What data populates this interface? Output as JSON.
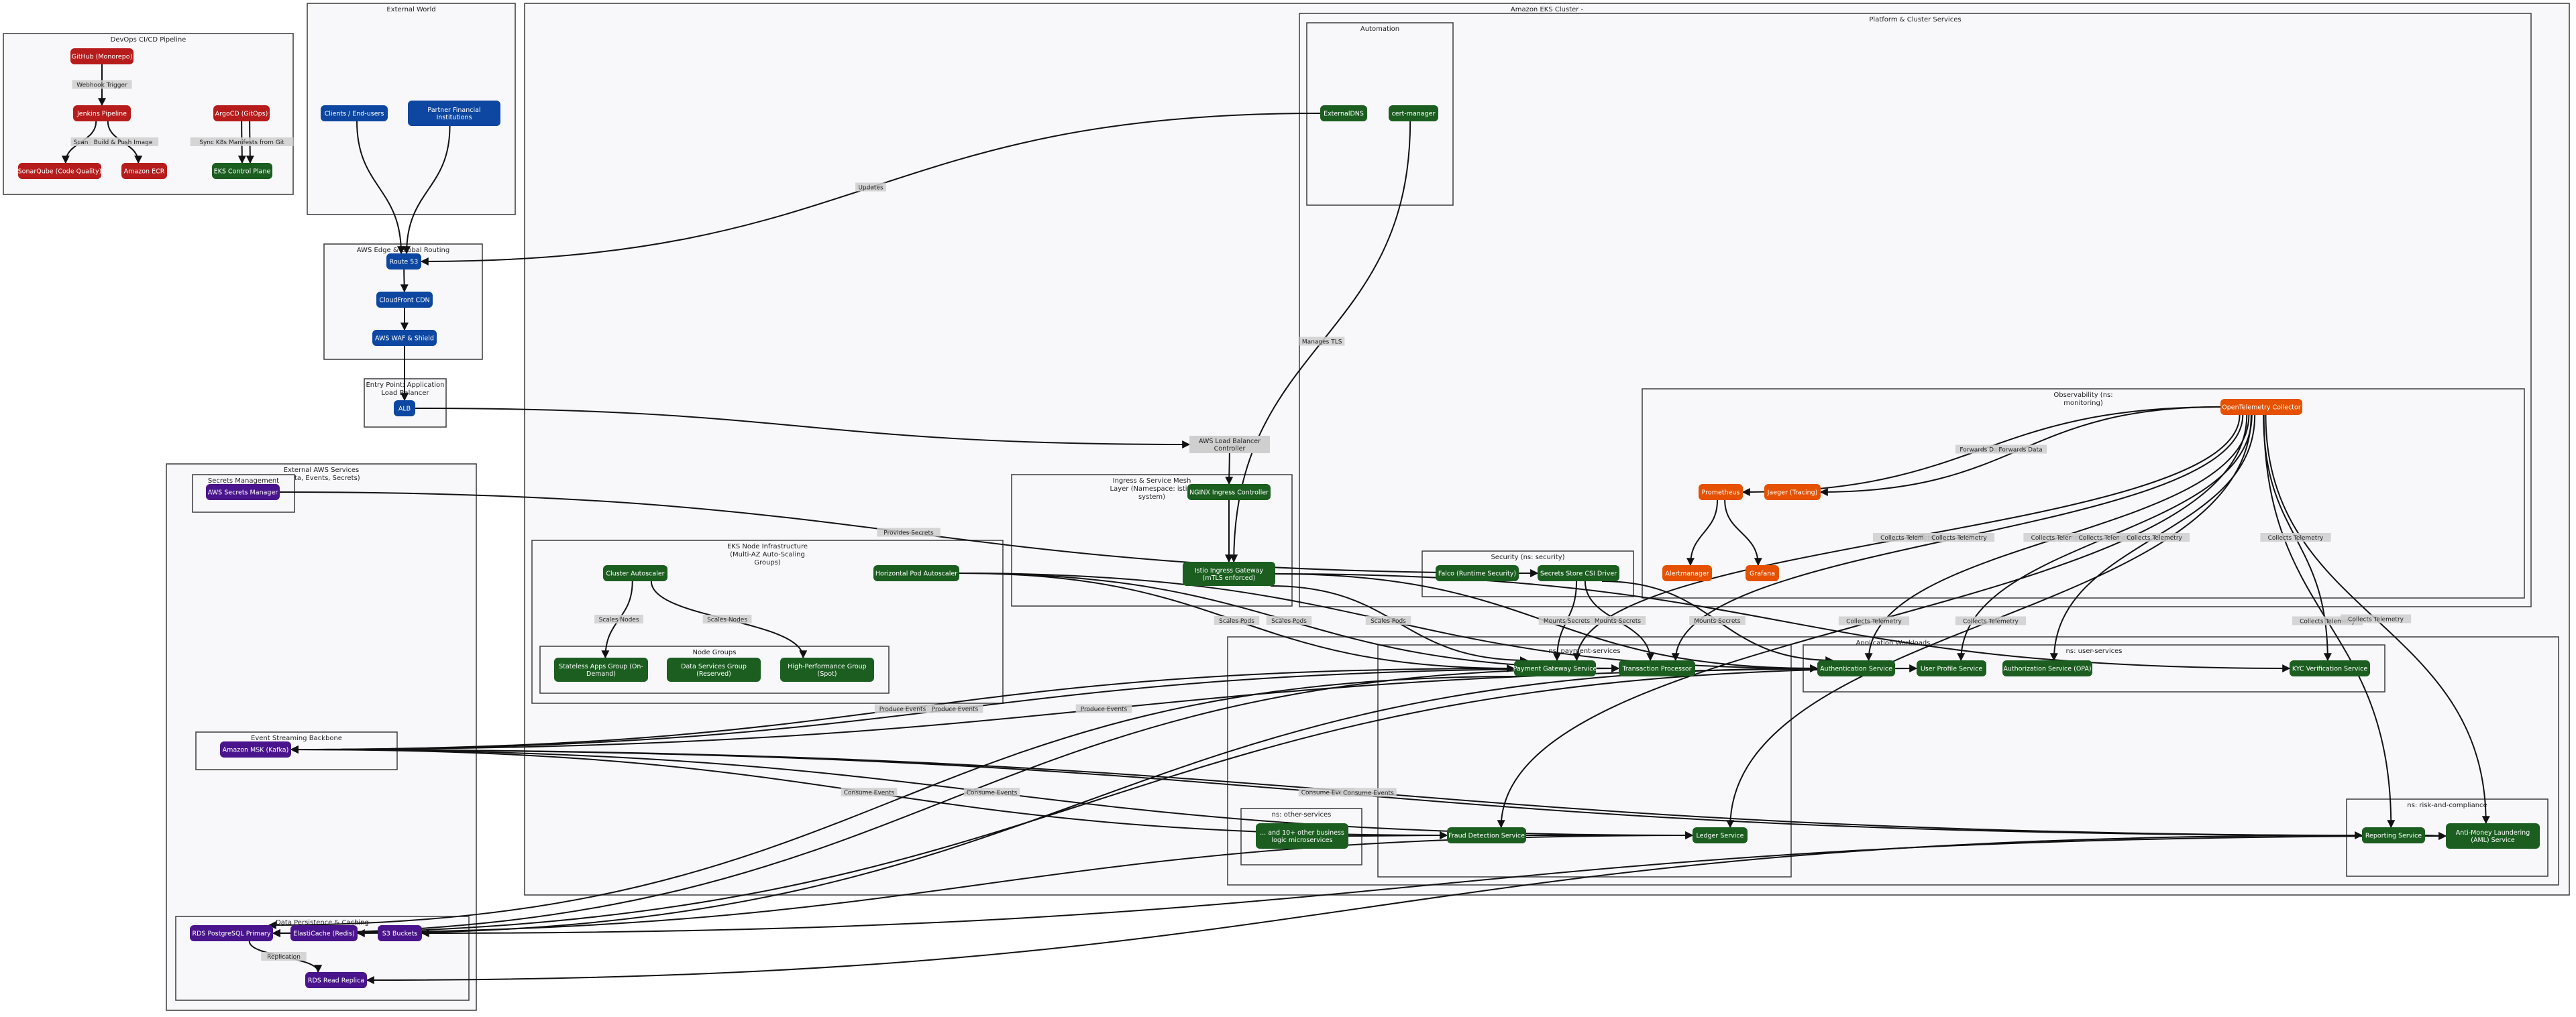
{
  "colors": {
    "red": "#b71c1c",
    "blue": "#0d47a1",
    "green": "#1b5e20",
    "orange": "#e65100",
    "purple": "#4a148c",
    "gray": "#cfcfcf"
  },
  "groups": [
    {
      "id": "devops",
      "title": [
        "DevOps CI/CD Pipeline"
      ]
    },
    {
      "id": "external_world",
      "title": [
        "External World"
      ]
    },
    {
      "id": "eks",
      "title": [
        "Amazon EKS Cluster -"
      ]
    },
    {
      "id": "platform",
      "title": [
        "Platform & Cluster Services"
      ]
    },
    {
      "id": "automation",
      "title": [
        "Automation"
      ]
    },
    {
      "id": "observability",
      "title": [
        "Observability (ns:",
        "monitoring)"
      ]
    },
    {
      "id": "edge",
      "title": [
        "AWS Edge & Global Routing"
      ]
    },
    {
      "id": "entry",
      "title": [
        "Entry Point: Application",
        "Load Balancer"
      ]
    },
    {
      "id": "ext_aws",
      "title": [
        "External AWS Services",
        "(Data, Events, Secrets)"
      ]
    },
    {
      "id": "secrets",
      "title": [
        "Secrets Management"
      ]
    },
    {
      "id": "ingress",
      "title": [
        "Ingress & Service Mesh",
        "Layer (Namespace: istio-",
        "system)"
      ]
    },
    {
      "id": "node_infra",
      "title": [
        "EKS Node Infrastructure",
        "(Multi-AZ Auto-Scaling",
        "Groups)"
      ]
    },
    {
      "id": "node_groups",
      "title": [
        "Node Groups"
      ]
    },
    {
      "id": "security",
      "title": [
        "Security (ns: security)"
      ]
    },
    {
      "id": "app",
      "title": [
        "Application Workloads"
      ]
    },
    {
      "id": "payment",
      "title": [
        "ns: payment-services"
      ]
    },
    {
      "id": "user",
      "title": [
        "ns: user-services"
      ]
    },
    {
      "id": "other",
      "title": [
        "ns: other-services"
      ]
    },
    {
      "id": "risk",
      "title": [
        "ns: risk-and-compliance"
      ]
    },
    {
      "id": "streaming",
      "title": [
        "Event Streaming Backbone"
      ]
    },
    {
      "id": "persistence",
      "title": [
        "Data Persistence & Caching"
      ]
    }
  ],
  "nodes": [
    {
      "id": "github",
      "lines": [
        "GitHub (Monorepo)"
      ],
      "color": "red"
    },
    {
      "id": "jenkins",
      "lines": [
        "Jenkins Pipeline"
      ],
      "color": "red"
    },
    {
      "id": "argocd",
      "lines": [
        "ArgoCD (GitOps)"
      ],
      "color": "red"
    },
    {
      "id": "sonar",
      "lines": [
        "SonarQube (Code Quality)"
      ],
      "color": "red"
    },
    {
      "id": "ecr",
      "lines": [
        "Amazon ECR"
      ],
      "color": "red"
    },
    {
      "id": "eks_cp",
      "lines": [
        "EKS Control Plane"
      ],
      "color": "green"
    },
    {
      "id": "clients",
      "lines": [
        "Clients / End-users"
      ],
      "color": "blue"
    },
    {
      "id": "partners",
      "lines": [
        "Partner Financial",
        "Institutions"
      ],
      "color": "blue"
    },
    {
      "id": "route53",
      "lines": [
        "Route 53"
      ],
      "color": "blue"
    },
    {
      "id": "cloudfront",
      "lines": [
        "CloudFront CDN"
      ],
      "color": "blue"
    },
    {
      "id": "waf",
      "lines": [
        "AWS WAF & Shield"
      ],
      "color": "blue"
    },
    {
      "id": "alb",
      "lines": [
        "ALB"
      ],
      "color": "blue"
    },
    {
      "id": "externaldns",
      "lines": [
        "ExternalDNS"
      ],
      "color": "green"
    },
    {
      "id": "certmanager",
      "lines": [
        "cert-manager"
      ],
      "color": "green"
    },
    {
      "id": "otel",
      "lines": [
        "OpenTelemetry Collector"
      ],
      "color": "orange"
    },
    {
      "id": "prometheus",
      "lines": [
        "Prometheus"
      ],
      "color": "orange"
    },
    {
      "id": "jaeger",
      "lines": [
        "Jaeger (Tracing)"
      ],
      "color": "orange"
    },
    {
      "id": "alertmanager",
      "lines": [
        "Alertmanager"
      ],
      "color": "orange"
    },
    {
      "id": "grafana",
      "lines": [
        "Grafana"
      ],
      "color": "orange"
    },
    {
      "id": "alb_controller",
      "lines": [
        "AWS Load Balancer",
        "Controller"
      ],
      "color": "gray"
    },
    {
      "id": "nginx",
      "lines": [
        "NGINX Ingress Controller"
      ],
      "color": "green"
    },
    {
      "id": "istio",
      "lines": [
        "Istio Ingress Gateway",
        "(mTLS enforced)"
      ],
      "color": "green"
    },
    {
      "id": "falco",
      "lines": [
        "Falco (Runtime Security)"
      ],
      "color": "green"
    },
    {
      "id": "csi",
      "lines": [
        "Secrets Store CSI Driver"
      ],
      "color": "green"
    },
    {
      "id": "secrets_manager",
      "lines": [
        "AWS Secrets Manager"
      ],
      "color": "purple"
    },
    {
      "id": "cluster_autoscaler",
      "lines": [
        "Cluster Autoscaler"
      ],
      "color": "green"
    },
    {
      "id": "hpa",
      "lines": [
        "Horizontal Pod Autoscaler"
      ],
      "color": "green"
    },
    {
      "id": "stateless",
      "lines": [
        "Stateless Apps Group (On-",
        "Demand)"
      ],
      "color": "green"
    },
    {
      "id": "data_services",
      "lines": [
        "Data Services Group",
        "(Reserved)"
      ],
      "color": "green"
    },
    {
      "id": "high_perf",
      "lines": [
        "High-Performance Group",
        "(Spot)"
      ],
      "color": "green"
    },
    {
      "id": "payment_gw",
      "lines": [
        "Payment Gateway Service"
      ],
      "color": "green"
    },
    {
      "id": "txn",
      "lines": [
        "Transaction Processor"
      ],
      "color": "green"
    },
    {
      "id": "authn",
      "lines": [
        "Authentication Service"
      ],
      "color": "green"
    },
    {
      "id": "user_profile",
      "lines": [
        "User Profile Service"
      ],
      "color": "green"
    },
    {
      "id": "authz",
      "lines": [
        "Authorization Service (OPA)"
      ],
      "color": "green"
    },
    {
      "id": "kyc",
      "lines": [
        "KYC Verification Service"
      ],
      "color": "green"
    },
    {
      "id": "fraud",
      "lines": [
        "Fraud Detection Service"
      ],
      "color": "green"
    },
    {
      "id": "ledger",
      "lines": [
        "Ledger Service"
      ],
      "color": "green"
    },
    {
      "id": "other_ms",
      "lines": [
        "... and 10+ other business",
        "logic microservices"
      ],
      "color": "green"
    },
    {
      "id": "reporting",
      "lines": [
        "Reporting Service"
      ],
      "color": "green"
    },
    {
      "id": "aml",
      "lines": [
        "Anti-Money Laundering",
        "(AML) Service"
      ],
      "color": "green"
    },
    {
      "id": "msk",
      "lines": [
        "Amazon MSK (Kafka)"
      ],
      "color": "purple"
    },
    {
      "id": "rds_primary",
      "lines": [
        "RDS PostgreSQL Primary"
      ],
      "color": "purple"
    },
    {
      "id": "elasticache",
      "lines": [
        "ElastiCache (Redis)"
      ],
      "color": "purple"
    },
    {
      "id": "s3",
      "lines": [
        "S3 Buckets"
      ],
      "color": "purple"
    },
    {
      "id": "rds_replica",
      "lines": [
        "RDS Read Replica"
      ],
      "color": "purple"
    }
  ],
  "edges": [
    {
      "from": "github",
      "to": "jenkins",
      "label": "Webhook Trigger"
    },
    {
      "from": "jenkins",
      "to": "sonar",
      "label": "Scan"
    },
    {
      "from": "jenkins",
      "to": "ecr",
      "label": "Build & Push Image"
    },
    {
      "from": "argocd",
      "to": "eks_cp",
      "label": "Sync K8s Manifests from Git"
    },
    {
      "from": "argocd",
      "to": "eks_cp",
      "label": ""
    },
    {
      "from": "clients",
      "to": "route53",
      "label": ""
    },
    {
      "from": "partners",
      "to": "route53",
      "label": ""
    },
    {
      "from": "route53",
      "to": "cloudfront",
      "label": ""
    },
    {
      "from": "cloudfront",
      "to": "waf",
      "label": ""
    },
    {
      "from": "waf",
      "to": "alb",
      "label": ""
    },
    {
      "from": "externaldns",
      "to": "route53",
      "label": "Updates"
    },
    {
      "from": "certmanager",
      "to": "istio",
      "label": "Manages TLS"
    },
    {
      "from": "alb",
      "to": "alb_controller",
      "label": ""
    },
    {
      "from": "alb_controller",
      "to": "nginx",
      "label": ""
    },
    {
      "from": "nginx",
      "to": "istio",
      "label": ""
    },
    {
      "from": "secrets_manager",
      "to": "csi",
      "label": "Provides Secrets"
    },
    {
      "from": "otel",
      "to": "prometheus",
      "label": "Forwards Data"
    },
    {
      "from": "otel",
      "to": "jaeger",
      "label": "Forwards Data"
    },
    {
      "from": "prometheus",
      "to": "alertmanager",
      "label": ""
    },
    {
      "from": "prometheus",
      "to": "grafana",
      "label": ""
    },
    {
      "from": "falco",
      "to": "csi",
      "label": ""
    },
    {
      "from": "cluster_autoscaler",
      "to": "stateless",
      "label": "Scales Nodes"
    },
    {
      "from": "cluster_autoscaler",
      "to": "high_perf",
      "label": "Scales Nodes"
    },
    {
      "from": "hpa",
      "to": "payment_gw",
      "label": "Scales Pods"
    },
    {
      "from": "hpa",
      "to": "txn",
      "label": "Scales Pods"
    },
    {
      "from": "hpa",
      "to": "authn",
      "label": "Scales Pods"
    },
    {
      "from": "istio",
      "to": "payment_gw",
      "label": ""
    },
    {
      "from": "istio",
      "to": "authn",
      "label": ""
    },
    {
      "from": "istio",
      "to": "kyc",
      "label": ""
    },
    {
      "from": "csi",
      "to": "payment_gw",
      "label": "Mounts Secrets"
    },
    {
      "from": "csi",
      "to": "txn",
      "label": "Mounts Secrets"
    },
    {
      "from": "csi",
      "to": "authn",
      "label": "Mounts Secrets"
    },
    {
      "from": "otel",
      "to": "payment_gw",
      "label": "Collects Telemetry"
    },
    {
      "from": "otel",
      "to": "txn",
      "label": "Collects Telemetry"
    },
    {
      "from": "otel",
      "to": "authn",
      "label": "Collects Telemetry"
    },
    {
      "from": "otel",
      "to": "user_profile",
      "label": "Collects Telemetry"
    },
    {
      "from": "otel",
      "to": "authz",
      "label": "Collects Telemetry"
    },
    {
      "from": "otel",
      "to": "kyc",
      "label": "Collects Telemetry"
    },
    {
      "from": "otel",
      "to": "fraud",
      "label": "Collects Telemetry"
    },
    {
      "from": "otel",
      "to": "ledger",
      "label": "Collects Telemetry"
    },
    {
      "from": "otel",
      "to": "reporting",
      "label": "Collects Telemetry"
    },
    {
      "from": "otel",
      "to": "aml",
      "label": "Collects Telemetry"
    },
    {
      "from": "payment_gw",
      "to": "txn",
      "label": ""
    },
    {
      "from": "authn",
      "to": "user_profile",
      "label": ""
    },
    {
      "from": "txn",
      "to": "msk",
      "label": "Produce Events"
    },
    {
      "from": "payment_gw",
      "to": "msk",
      "label": "Produce Events"
    },
    {
      "from": "user_profile",
      "to": "msk",
      "label": "Produce Events"
    },
    {
      "from": "msk",
      "to": "fraud",
      "label": "Consume Events"
    },
    {
      "from": "msk",
      "to": "ledger",
      "label": "Consume Events"
    },
    {
      "from": "msk",
      "to": "reporting",
      "label": "Consume Events"
    },
    {
      "from": "msk",
      "to": "aml",
      "label": "Consume Events"
    },
    {
      "from": "other_ms",
      "to": "fraud",
      "label": ""
    },
    {
      "from": "fraud",
      "to": "ledger",
      "label": ""
    },
    {
      "from": "reporting",
      "to": "aml",
      "label": ""
    },
    {
      "from": "rds_primary",
      "to": "rds_replica",
      "label": "Replication"
    },
    {
      "from": "payment_gw",
      "to": "rds_primary",
      "label": ""
    },
    {
      "from": "txn",
      "to": "rds_primary",
      "label": ""
    },
    {
      "from": "authn",
      "to": "elasticache",
      "label": ""
    },
    {
      "from": "user_profile",
      "to": "rds_primary",
      "label": ""
    },
    {
      "from": "ledger",
      "to": "rds_primary",
      "label": ""
    },
    {
      "from": "reporting",
      "to": "rds_replica",
      "label": ""
    },
    {
      "from": "aml",
      "to": "s3",
      "label": ""
    }
  ]
}
